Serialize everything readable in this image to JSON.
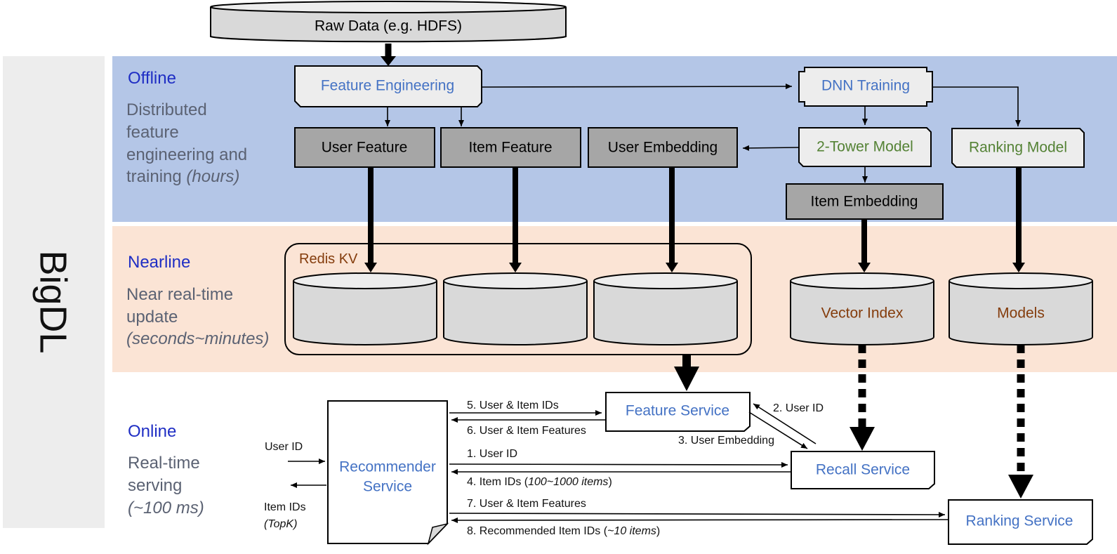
{
  "brand": {
    "label": "BigDL"
  },
  "raw_data": {
    "label": "Raw Data (e.g. HDFS)"
  },
  "bands": {
    "offline": {
      "title": "Offline",
      "desc_lines": [
        "Distributed",
        "feature",
        "engineering  and"
      ],
      "desc_last_prefix": "training ",
      "desc_last_italic": "(hours)"
    },
    "nearline": {
      "title": "Nearline",
      "desc_lines": [
        "Near real-time",
        "update"
      ],
      "desc_italic": "(seconds~minutes)"
    },
    "online": {
      "title": "Online",
      "desc_lines": [
        "Real-time",
        "serving"
      ],
      "desc_italic": "(~100 ms)"
    }
  },
  "offline_nodes": {
    "feature_engineering": "Feature Engineering",
    "dnn_training": "DNN Training",
    "user_feature": "User Feature",
    "item_feature": "Item Feature",
    "user_embedding": "User Embedding",
    "two_tower_model": "2-Tower Model",
    "ranking_model": "Ranking Model",
    "item_embedding": "Item Embedding"
  },
  "nearline_nodes": {
    "redis_kv": "Redis KV",
    "vector_index": "Vector Index",
    "models": "Models"
  },
  "online_nodes": {
    "recommender_service": [
      "Recommender",
      "Service"
    ],
    "feature_service": "Feature Service",
    "recall_service": "Recall Service",
    "ranking_service": "Ranking Service",
    "input_user_id": "User ID",
    "output_item_ids": "Item IDs",
    "output_item_ids_italic": "(TopK)"
  },
  "flows": {
    "step5": "5. User & Item IDs",
    "step6": "6. User & Item Features",
    "step2": "2. User ID",
    "step3": "3. User Embedding",
    "step1": "1. User ID",
    "step4_prefix": "4. Item IDs (",
    "step4_italic": "100~1000 items",
    "step4_suffix": ")",
    "step7": "7. User & Item Features",
    "step8_prefix": "8. Recommended Item IDs (",
    "step8_italic": "~10 items",
    "step8_suffix": ")"
  },
  "colors": {
    "offline_band": "#b4c6e7",
    "nearline_band": "#fbe4d5",
    "sidebar": "#ededed",
    "blue_text": "#4472c4",
    "green_text": "#548235",
    "brown_text": "#843c0c",
    "dark_box": "#a6a6a6",
    "light_box": "#e7e6e6"
  }
}
